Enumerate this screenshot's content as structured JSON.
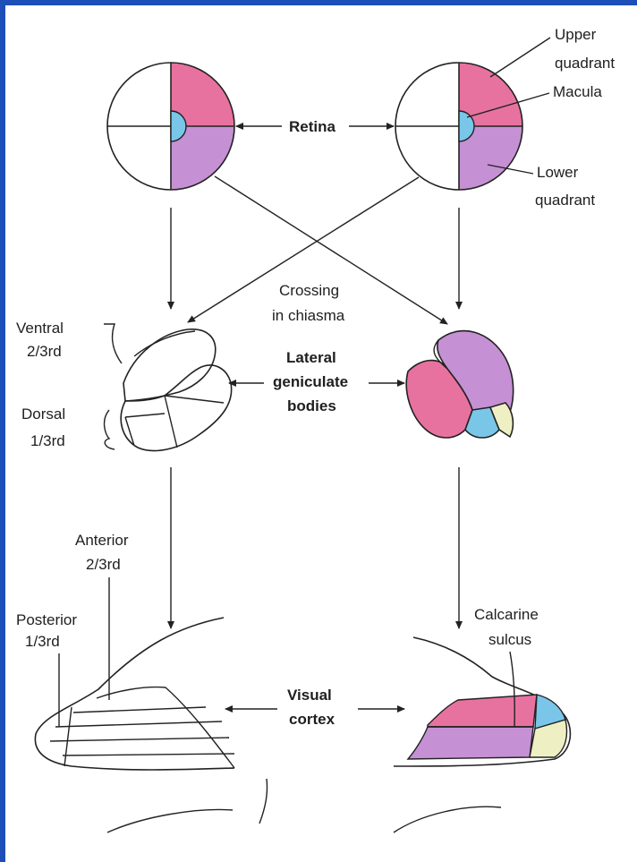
{
  "colors": {
    "pink": "#e8729f",
    "purple": "#c690d4",
    "blue": "#7ac6e8",
    "yellow": "#eef0c4",
    "frame_blue": "#1e4fb8",
    "line": "#222222"
  },
  "labels": {
    "retina": "Retina",
    "upper_quadrant_1": "Upper",
    "upper_quadrant_2": "quadrant",
    "macula": "Macula",
    "lower_quadrant_1": "Lower",
    "lower_quadrant_2": "quadrant",
    "crossing_1": "Crossing",
    "crossing_2": "in chiasma",
    "ventral_1": "Ventral",
    "ventral_2": "2/3rd",
    "dorsal_1": "Dorsal",
    "dorsal_2": "1/3rd",
    "lgb_1": "Lateral",
    "lgb_2": "geniculate",
    "lgb_3": "bodies",
    "anterior_1": "Anterior",
    "anterior_2": "2/3rd",
    "posterior_1": "Posterior",
    "posterior_2": "1/3rd",
    "calcarine_1": "Calcarine",
    "calcarine_2": "sulcus",
    "visual_cortex_1": "Visual",
    "visual_cortex_2": "cortex"
  }
}
